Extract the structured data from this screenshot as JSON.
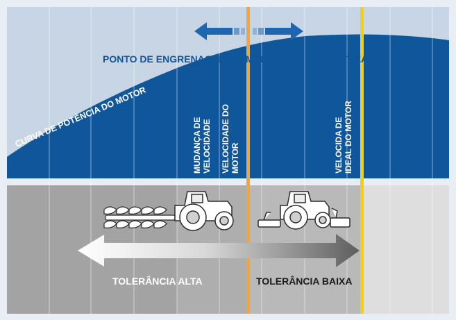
{
  "title": "PONTO DE ENGRENAGEM DE MUDANÇAS AUTOMATIZADO",
  "curve_label": "CURVA DE POTÊNCIA DO MOTOR",
  "vertical_labels": {
    "shift": [
      "MUDANÇA DE",
      "VELOCIDADE"
    ],
    "engine_speed": [
      "VELOCIDADE DO",
      "MOTOR"
    ],
    "ideal": [
      "VELOCIDA DE",
      "IDEAL DO MOTOR"
    ]
  },
  "tolerance": {
    "high": "TOLERÂNCIA ALTA",
    "low": "TOLERÂNCIA BAIXA"
  },
  "icons": {
    "plough_tractor": "tractor-with-plough-icon",
    "mower_tractor": "tractor-with-mower-icon",
    "shift_arrow": "double-arrow-icon",
    "tolerance_arrow": "gradient-arrow-icon"
  },
  "colors": {
    "sky": "#c7d5e4",
    "curve": "#10569a",
    "arrow_blue": "#1f66b0",
    "orange_line": "#f3a53a",
    "yellow_line": "#f7cf0e",
    "ground_dark": "#a3a3a3",
    "ground_mid": "#b9b9b9",
    "ground_light": "#dedede"
  }
}
